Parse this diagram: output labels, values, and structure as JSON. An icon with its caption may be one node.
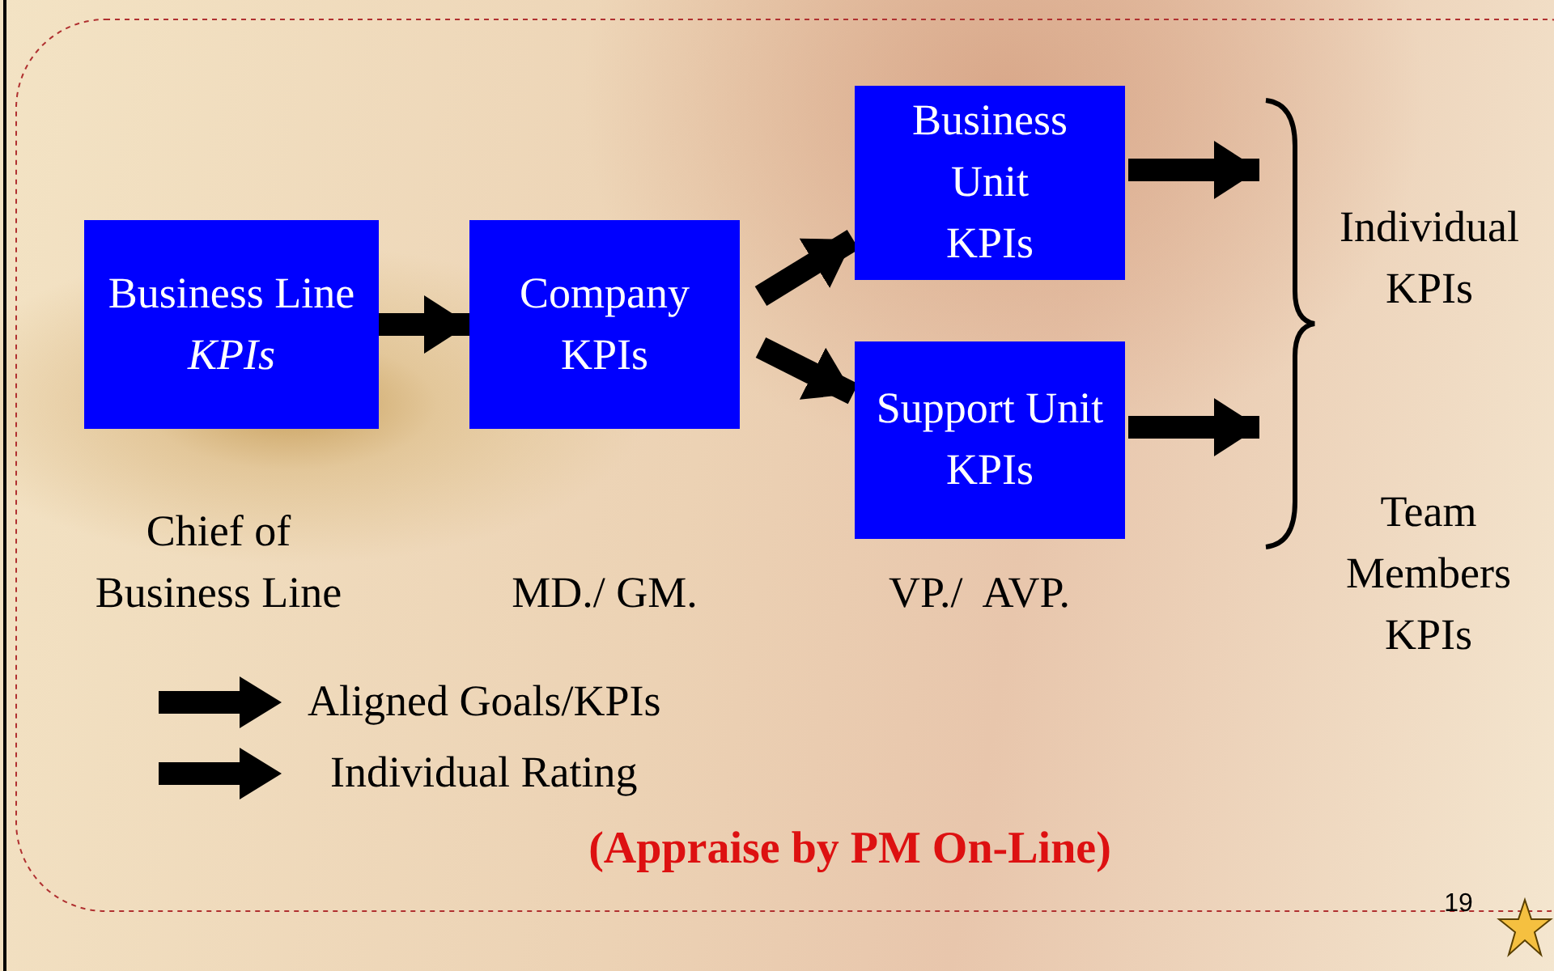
{
  "diagram": {
    "nodes": [
      {
        "text": [
          "Business Line *KPIs*"
        ]
      },
      {
        "text": [
          "Company KPIs"
        ]
      },
      {
        "text": [
          "Business Unit KPIs"
        ]
      },
      {
        "text": [
          "Support Unit KPIs"
        ]
      },
      {
        "text": [],
        "shape": "brace"
      }
    ],
    "edges": [
      {
        "from": 0,
        "to": 1,
        "arrow": "to"
      },
      {
        "from": 1,
        "to": 2,
        "arrow": "to"
      },
      {
        "from": 1,
        "to": 3,
        "arrow": "to"
      },
      {
        "from": 2,
        "to": 4,
        "arrow": "to"
      },
      {
        "from": 3,
        "to": 4,
        "arrow": "to"
      }
    ],
    "labels": [
      "Individual KPIs",
      "Chief of Business Line",
      "Team Members KPIs",
      "MD./ GM.",
      "VP./  AVP.",
      "(Appraise by PM On-Line)",
      "19"
    ],
    "legend": [
      {
        "text": "Aligned Goals/KPIs"
      },
      {
        "text": "Individual Rating"
      }
    ]
  }
}
